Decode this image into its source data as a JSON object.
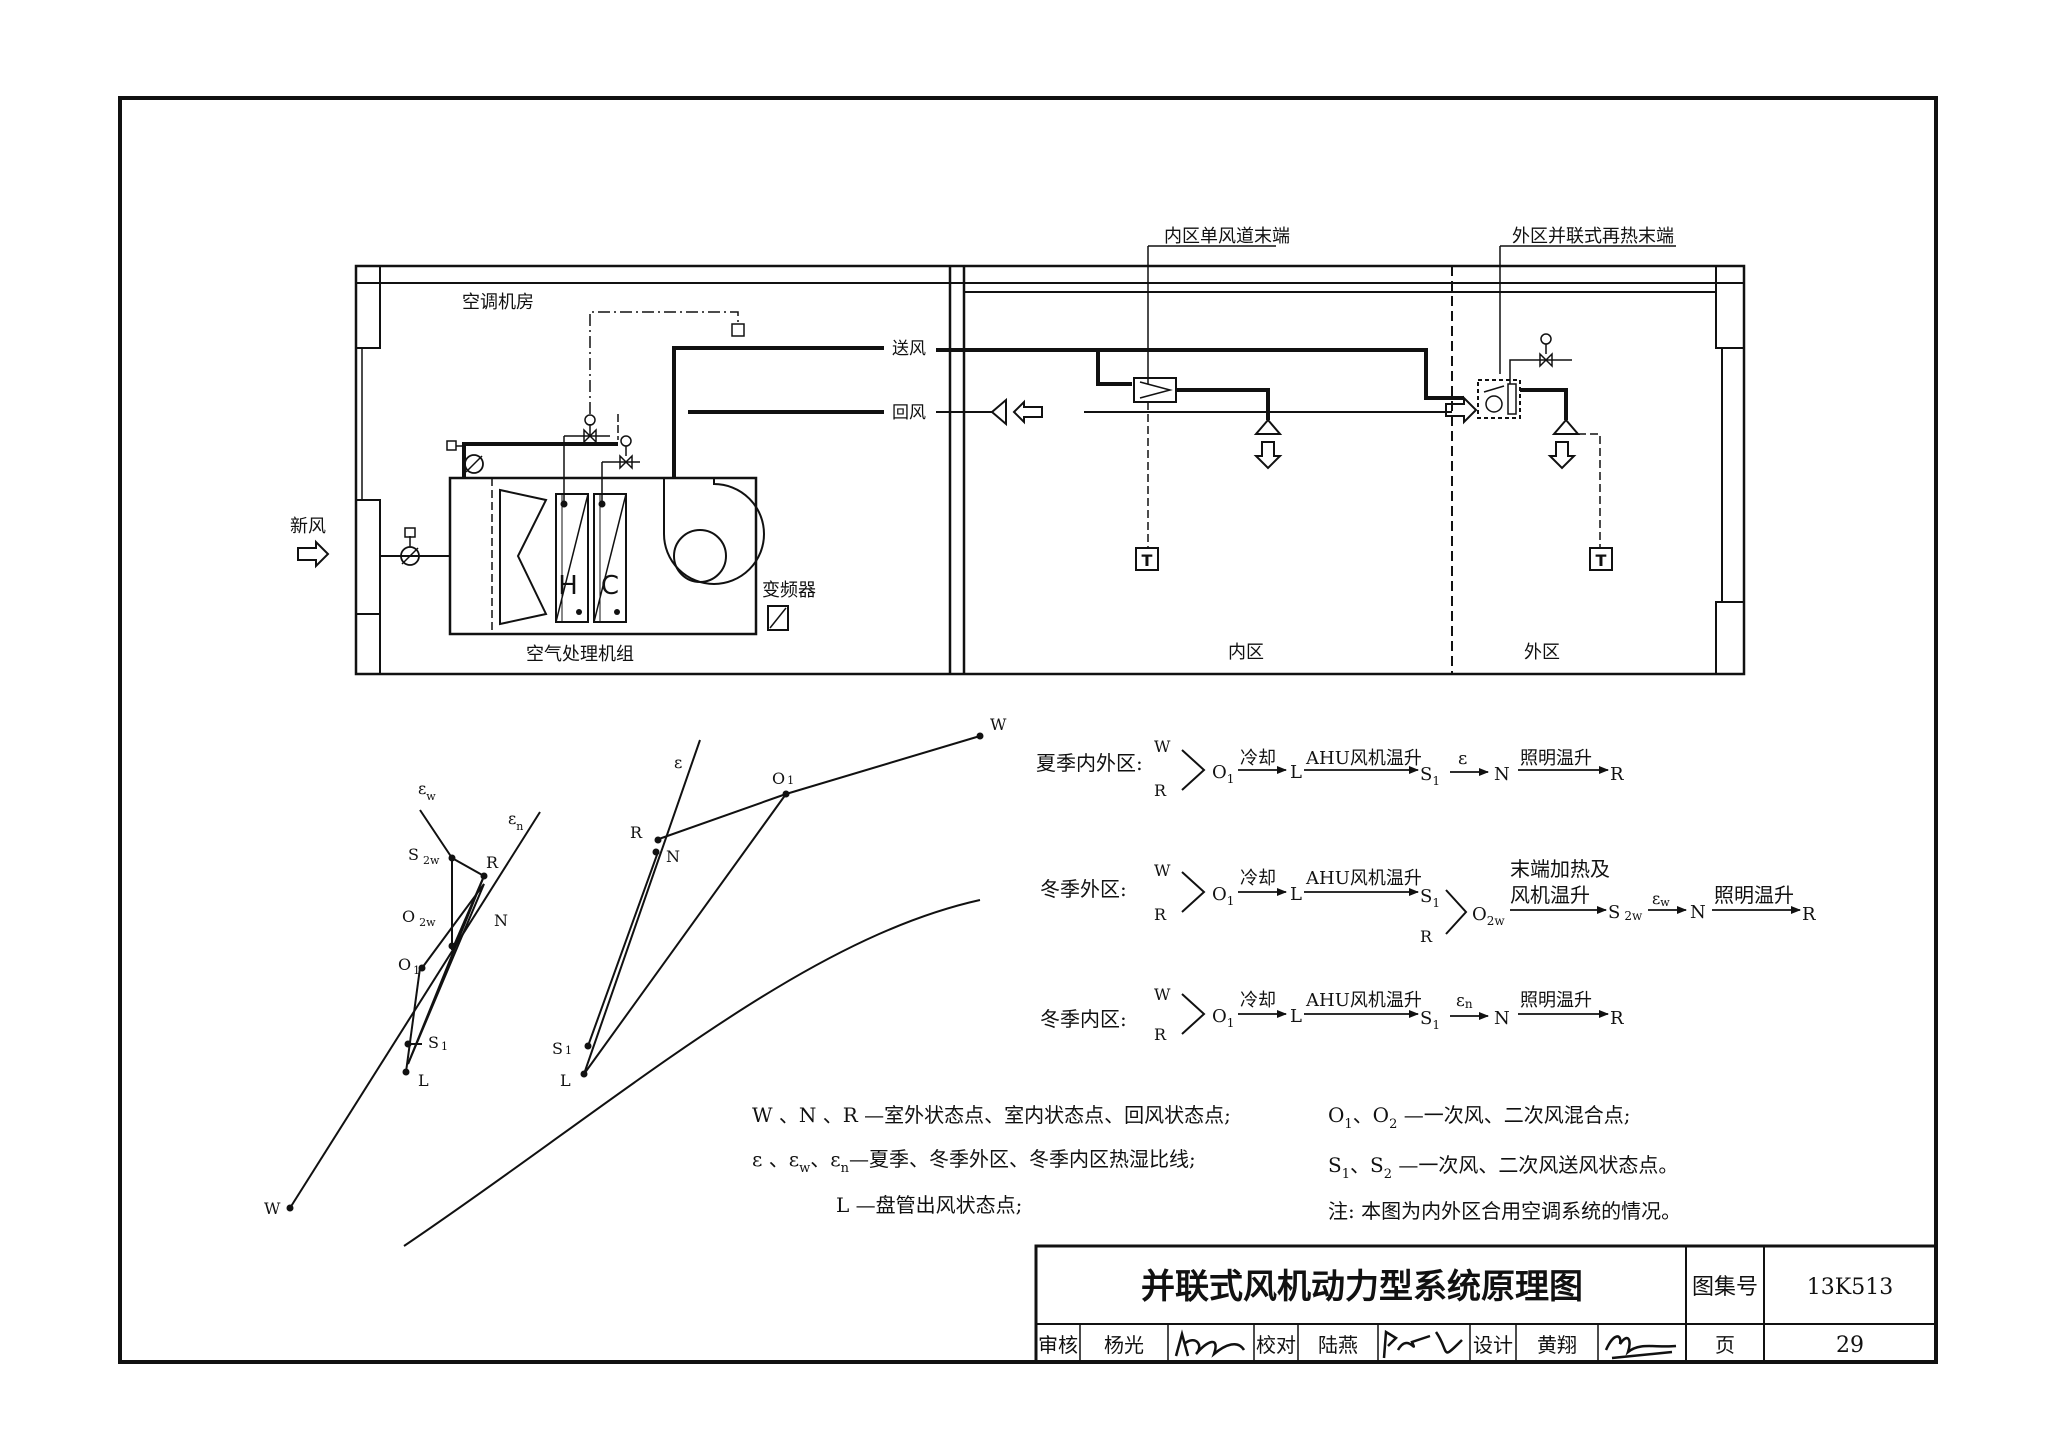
{
  "schematic": {
    "labels": {
      "machine_room": "空调机房",
      "supply_air": "送风",
      "return_air": "回风",
      "fresh_air": "新风",
      "inverter": "变频器",
      "ahu": "空气处理机组",
      "inner_terminal": "内区单风道末端",
      "outer_terminal": "外区并联式再热末端",
      "inner_zone": "内区",
      "outer_zone": "外区",
      "heating_coil": "H",
      "cooling_coil": "C",
      "thermostat_inner": "T",
      "thermostat_outer": "T"
    }
  },
  "psychro_left": {
    "eps_w": "ε",
    "eps_w_sub": "w",
    "eps_n": "ε",
    "eps_n_sub": "n",
    "S2w": "S",
    "S2w_sub": "2w",
    "O2w": "O",
    "O2w_sub": "2w",
    "R": "R",
    "N": "N",
    "O1": "O",
    "O1_sub": "1",
    "S1": "S",
    "S1_sub": "1",
    "L": "L",
    "W": "W"
  },
  "psychro_right": {
    "W": "W",
    "eps": "ε",
    "O1": "O",
    "O1_sub": "1",
    "R": "R",
    "N": "N",
    "S1": "S",
    "S1_sub": "1",
    "L": "L"
  },
  "processes": {
    "summer": {
      "label": "夏季内外区:",
      "W": "W",
      "R": "R",
      "O1": "O",
      "O1_sub": "1",
      "cool": "冷却",
      "L": "L",
      "fan": "AHU风机温升",
      "S1": "S",
      "S1_sub": "1",
      "eps": "ε",
      "N": "N",
      "light": "照明温升",
      "Rend": "R"
    },
    "winter_outer": {
      "label": "冬季外区:",
      "W": "W",
      "R": "R",
      "O1": "O",
      "O1_sub": "1",
      "cool": "冷却",
      "L": "L",
      "fan": "AHU风机温升",
      "S1": "S",
      "S1_sub": "1",
      "R2": "R",
      "O2w": "O",
      "O2w_sub": "2w",
      "reheat_1": "末端加热及",
      "reheat_2": "风机温升",
      "S2w": "S",
      "S2w_sub": "2w",
      "eps": "ε",
      "eps_sub": "w",
      "N": "N",
      "light": "照明温升",
      "Rend": "R"
    },
    "winter_inner": {
      "label": "冬季内区:",
      "W": "W",
      "R": "R",
      "O1": "O",
      "O1_sub": "1",
      "cool": "冷却",
      "L": "L",
      "fan": "AHU风机温升",
      "S1": "S",
      "S1_sub": "1",
      "eps": "ε",
      "eps_sub": "n",
      "N": "N",
      "light": "照明温升",
      "Rend": "R"
    }
  },
  "legend": {
    "l1": "W 、N 、R —室外状态点、室内状态点、回风状态点;",
    "l2a": "ε 、ε",
    "l2b": "w",
    "l2c": "、ε",
    "l2d": "n",
    "l2e": "—夏季、冬季外区、冬季内区热湿比线;",
    "l3": "L —盘管出风状态点;",
    "r1a": "O",
    "r1b": "1",
    "r1c": "、O",
    "r1d": "2",
    "r1e": " —一次风、二次风混合点;",
    "r2a": "S",
    "r2b": "1",
    "r2c": "、S",
    "r2d": "2",
    "r2e": " —一次风、二次风送风状态点。",
    "r3": "注: 本图为内外区合用空调系统的情况。"
  },
  "title_block": {
    "title": "并联式风机动力型系统原理图",
    "atlas_label": "图集号",
    "atlas_no": "13K513",
    "review_label": "审核",
    "reviewer": "杨光",
    "check_label": "校对",
    "checker": "陆燕",
    "design_label": "设计",
    "designer": "黄翔",
    "page_label": "页",
    "page_no": "29",
    "sig_reviewer": "杨光",
    "sig_checker": "陆燕",
    "sig_designer": "黄翔"
  }
}
